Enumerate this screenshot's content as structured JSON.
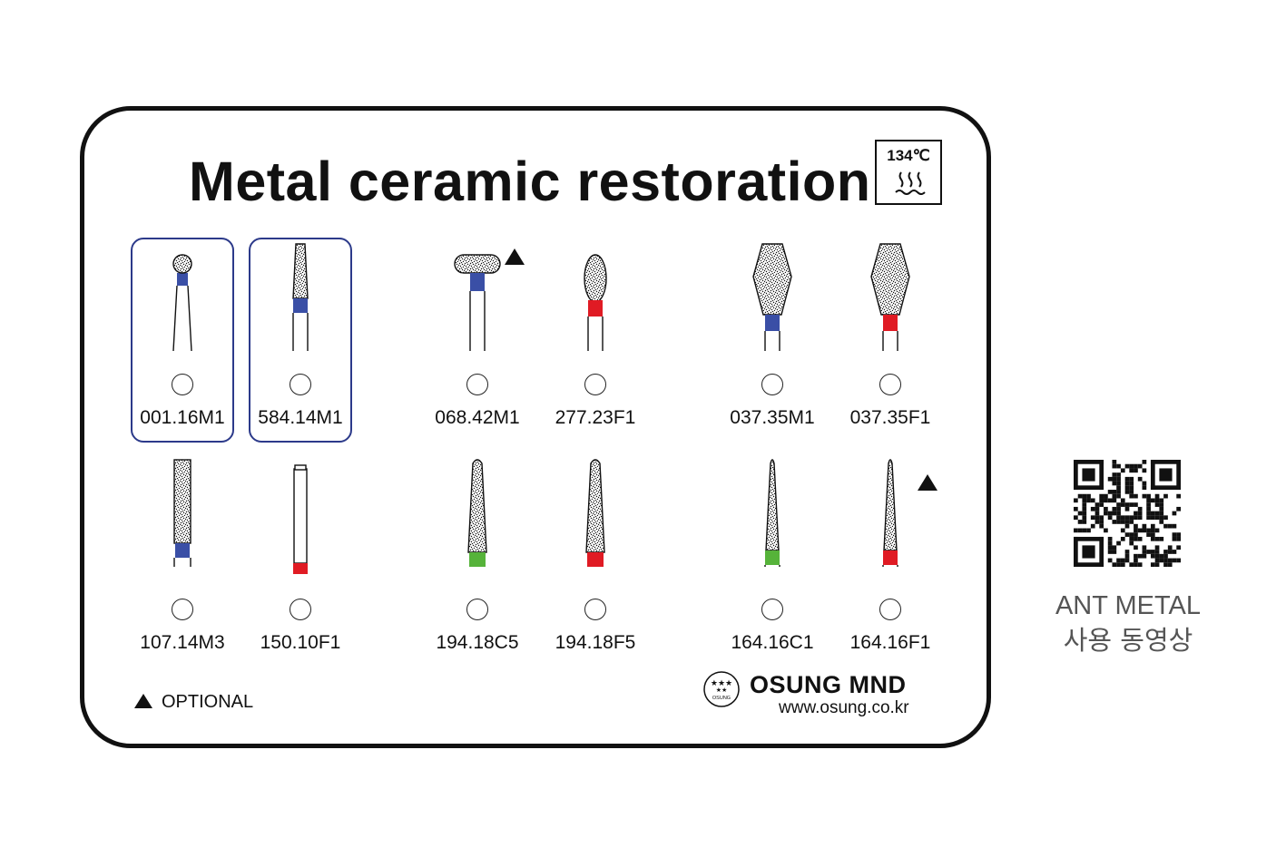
{
  "title": "Metal ceramic restoration",
  "sterilization": {
    "temperature": "134℃",
    "icon": "steam-sterilization-icon"
  },
  "colors": {
    "blue_band": "#3a4fa6",
    "red_band": "#e01b24",
    "green_band": "#56b33a",
    "highlight_border": "#2c3a8a"
  },
  "burs": [
    {
      "code": "001.16M1",
      "shape": "ball",
      "band": "blue",
      "highlighted": true,
      "optional": false
    },
    {
      "code": "584.14M1",
      "shape": "taper-flat",
      "band": "blue",
      "highlighted": true,
      "optional": false
    },
    {
      "code": "068.42M1",
      "shape": "wheel",
      "band": "blue",
      "highlighted": false,
      "optional": true
    },
    {
      "code": "277.23F1",
      "shape": "egg",
      "band": "red",
      "highlighted": false,
      "optional": false
    },
    {
      "code": "037.35M1",
      "shape": "diamond",
      "band": "blue",
      "highlighted": false,
      "optional": false
    },
    {
      "code": "037.35F1",
      "shape": "diamond",
      "band": "red",
      "highlighted": false,
      "optional": false
    },
    {
      "code": "107.14M3",
      "shape": "cylinder",
      "band": "blue",
      "highlighted": false,
      "optional": false
    },
    {
      "code": "150.10F1",
      "shape": "cylinder-thin",
      "band": "red",
      "highlighted": false,
      "optional": false
    },
    {
      "code": "194.18C5",
      "shape": "taper-round",
      "band": "green",
      "highlighted": false,
      "optional": false
    },
    {
      "code": "194.18F5",
      "shape": "taper-round",
      "band": "red",
      "highlighted": false,
      "optional": false
    },
    {
      "code": "164.16C1",
      "shape": "needle",
      "band": "green",
      "highlighted": false,
      "optional": false
    },
    {
      "code": "164.16F1",
      "shape": "needle",
      "band": "red",
      "highlighted": false,
      "optional": true
    }
  ],
  "legend": {
    "optional_label": "OPTIONAL"
  },
  "brand": {
    "name": "OSUNG MND",
    "url": "www.osung.co.kr",
    "logo_text": "OSUNG"
  },
  "qr": {
    "line1": "ANT METAL",
    "line2": "사용 동영상"
  }
}
